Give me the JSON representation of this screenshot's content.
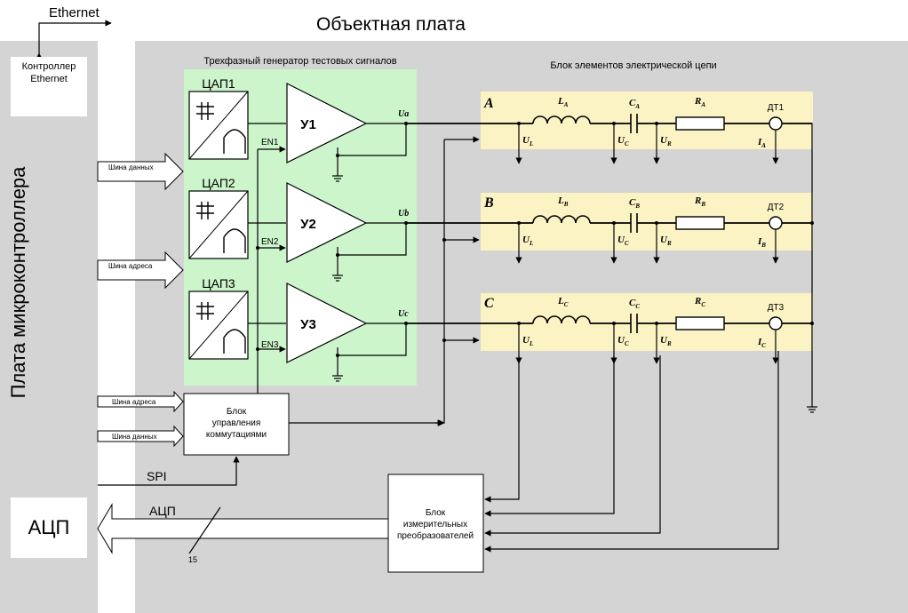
{
  "title": "Объектная плата",
  "ethernet": "Ethernet",
  "mcu_board_label": "Плата микроконтроллера",
  "eth_controller": {
    "line1": "Контроллер",
    "line2": "Ethernet"
  },
  "generator_title": "Трехфазный генератор тестовых сигналов",
  "circuit_title": "Блок элементов электрической цепи",
  "bus": {
    "data_bus": "Шина данных",
    "address_bus": "Шина адреса"
  },
  "dac": [
    "ЦАП1",
    "ЦАП2",
    "ЦАП3"
  ],
  "amp": [
    "У1",
    "У2",
    "У3"
  ],
  "enable": [
    "EN1",
    "EN2",
    "EN3"
  ],
  "outputs": [
    "Ua",
    "Ub",
    "Uc"
  ],
  "phases": [
    {
      "name": "A",
      "L": "L",
      "Lsub": "A",
      "C": "C",
      "Csub": "A",
      "R": "R",
      "Rsub": "A",
      "sensor": "ДТ1",
      "Isub": "A"
    },
    {
      "name": "B",
      "L": "L",
      "Lsub": "B",
      "C": "C",
      "Csub": "B",
      "R": "R",
      "Rsub": "B",
      "sensor": "ДТ2",
      "Isub": "B"
    },
    {
      "name": "C",
      "L": "L",
      "Lsub": "C",
      "C": "C",
      "Csub": "C",
      "R": "R",
      "Rsub": "C",
      "sensor": "ДТ3",
      "Isub": "C"
    }
  ],
  "measure_labels": {
    "U": "U",
    "I": "I",
    "L": "L",
    "C": "C",
    "R": "R"
  },
  "switch_block": {
    "line1": "Блок",
    "line2": "управления",
    "line3": "коммутациями"
  },
  "transducer_block": {
    "line1": "Блок",
    "line2": "измерительных",
    "line3": "преобразователей"
  },
  "spi": "SPI",
  "adc": "АЦП",
  "adc_bus": "АЦП",
  "bus_width": "15",
  "colors": {
    "board": "#d4d4d4",
    "generator": "#ccf5cc",
    "circuit": "#fbf3c4"
  }
}
